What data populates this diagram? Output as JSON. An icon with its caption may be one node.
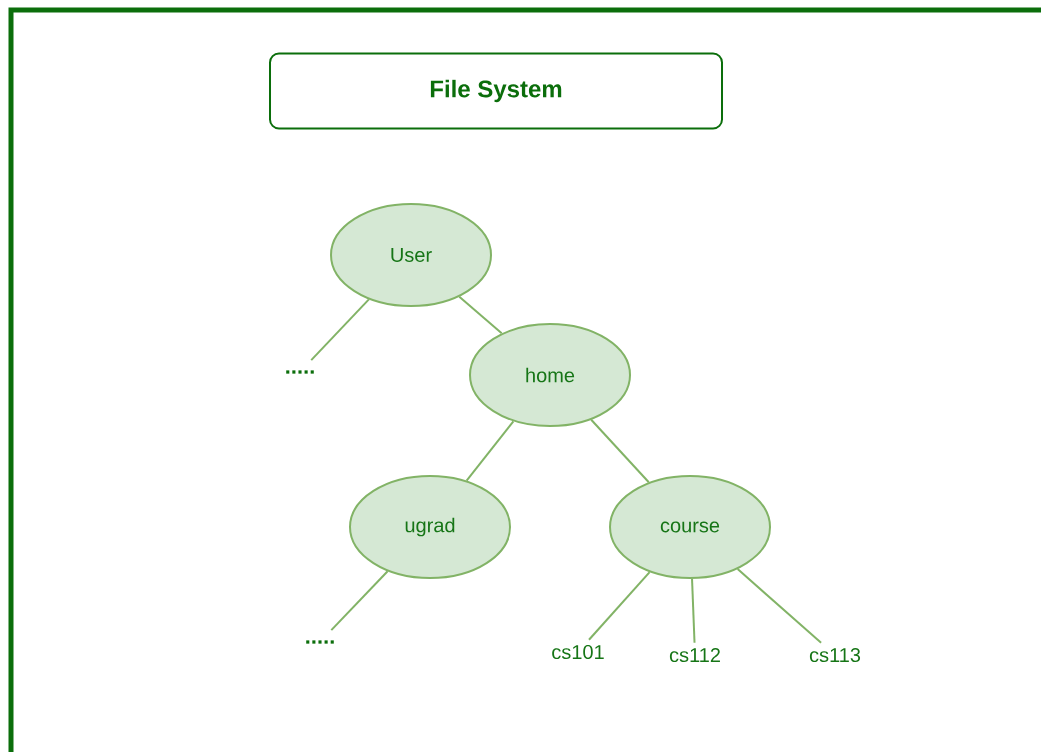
{
  "diagram": {
    "title": "File System",
    "nodes": [
      {
        "text": [
          "User"
        ]
      },
      {
        "text": [
          "....."
        ]
      },
      {
        "text": [
          "home"
        ]
      },
      {
        "text": [
          "ugrad"
        ]
      },
      {
        "text": [
          "course"
        ]
      },
      {
        "text": [
          "....."
        ]
      },
      {
        "text": [
          "cs101"
        ]
      },
      {
        "text": [
          "cs112"
        ]
      },
      {
        "text": [
          "cs113"
        ]
      }
    ],
    "edges": [
      {
        "from": 0,
        "to": 1,
        "arrow": "none"
      },
      {
        "from": 0,
        "to": 2,
        "arrow": "none"
      },
      {
        "from": 2,
        "to": 3,
        "arrow": "none"
      },
      {
        "from": 2,
        "to": 4,
        "arrow": "none"
      },
      {
        "from": 3,
        "to": 5,
        "arrow": "none"
      },
      {
        "from": 4,
        "to": 6,
        "arrow": "none"
      },
      {
        "from": 4,
        "to": 7,
        "arrow": "none"
      },
      {
        "from": 4,
        "to": 8,
        "arrow": "none"
      }
    ]
  }
}
